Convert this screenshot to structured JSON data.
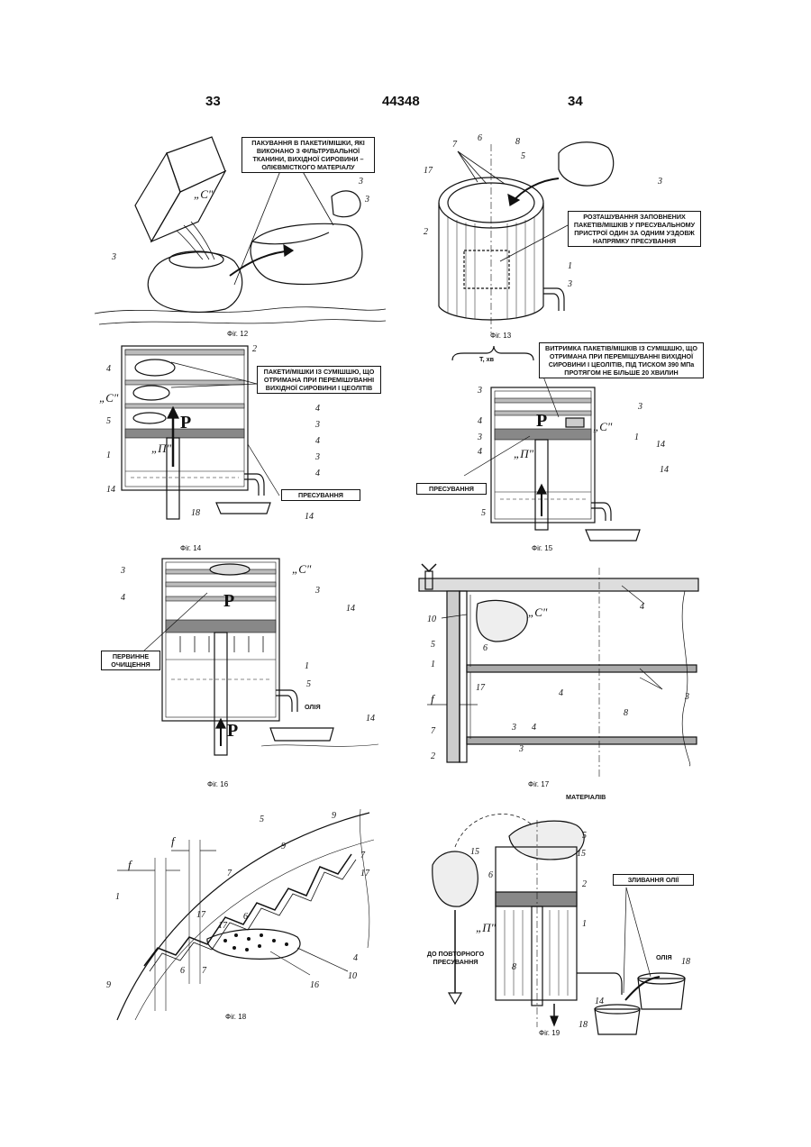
{
  "header": {
    "left_page": "33",
    "patent_number": "44348",
    "right_page": "34"
  },
  "figures": {
    "f12": {
      "caption": "Фіг. 12",
      "note": "ПАКУВАННЯ В ПАКЕТИ/МІШКИ, ЯКІ ВИКОНАНО З ФІЛЬТРУВАЛЬНОЇ ТКАНИНИ, ВИХІДНОЇ СИРОВИНИ – ОЛІЄВМІСТКОГО МАТЕРІАЛУ",
      "c_label": "„С\"",
      "nums": [
        "3",
        "3",
        "3"
      ]
    },
    "f13": {
      "caption": "Фіг. 13",
      "note": "РОЗТАШУВАННЯ ЗАПОВНЕНИХ ПАКЕТІВ/МІШКІВ У ПРЕСУВАЛЬНОМУ ПРИСТРОЇ ОДИН ЗА ОДНИМ УЗДОВЖ НАПРЯМКУ ПРЕСУВАННЯ",
      "nums": [
        "7",
        "6",
        "8",
        "5",
        "17",
        "2",
        "3",
        "1",
        "3"
      ]
    },
    "f14": {
      "caption": "Фіг. 14",
      "note_bags": "ПАКЕТИ/МІШКИ ІЗ СУМІШШЮ, ЩО ОТРИМАНА ПРИ ПЕРЕМІШУВАННІ ВИХІДНОЇ СИРОВИНИ І ЦЕОЛІТІВ",
      "note_press": "ПРЕСУВАННЯ",
      "c_label": "„С\"",
      "p_label": "„П\"",
      "force": "P",
      "nums": [
        "2",
        "4",
        "5",
        "1",
        "14",
        "18",
        "14",
        "4",
        "3",
        "4",
        "3",
        "4"
      ]
    },
    "f15": {
      "caption": "Фіг. 15",
      "note_hold": "ВИТРИМКА ПАКЕТІВ/МІШКІВ ІЗ СУМІШШЮ, ЩО ОТРИМАНА ПРИ ПЕРЕМІШУВАННІ ВИХІДНОЇ СИРОВИНИ І ЦЕОЛІТІВ, ПІД ТИСКОМ 390 МПа ПРОТЯГОМ НЕ БІЛЬШЕ 20 ХВИЛИН",
      "note_press": "ПРЕСУВАННЯ",
      "time": "Т, хв",
      "c_label": "„С\"",
      "p_label": "„П\"",
      "force": "P",
      "nums": [
        "3",
        "4",
        "3",
        "4",
        "3",
        "1",
        "14",
        "14",
        "5"
      ]
    },
    "f16": {
      "caption": "Фіг. 16",
      "note_clean": "ПЕРВИННЕ ОЧИЩЕННЯ",
      "oil": "ОЛІЯ",
      "c_label": "„С\"",
      "force": "P",
      "nums": [
        "3",
        "4",
        "3",
        "14",
        "1",
        "5",
        "14"
      ]
    },
    "f17": {
      "caption": "Фіг. 17",
      "f_label": "f",
      "c_label": "„С\"",
      "nums": [
        "10",
        "5",
        "1",
        "7",
        "2",
        "6",
        "17",
        "4",
        "4",
        "4",
        "3",
        "3",
        "8",
        "3"
      ]
    },
    "f18": {
      "caption": "Фіг. 18",
      "f_label": "f",
      "nums": [
        "5",
        "9",
        "9",
        "7",
        "17",
        "1",
        "17",
        "6",
        "7",
        "17",
        "9",
        "6",
        "7",
        "4",
        "10",
        "16"
      ]
    },
    "f19": {
      "caption": "Фіг. 19",
      "top": "МАТЕРІАЛІВ",
      "drain": "ЗЛИВАННЯ ОЛІЇ",
      "oil": "ОЛІЯ",
      "repress": "ДО ПОВТОРНОГО ПРЕСУВАННЯ",
      "p_label": "„П\"",
      "nums": [
        "15",
        "15",
        "5",
        "6",
        "2",
        "1",
        "8",
        "14",
        "18",
        "18"
      ]
    }
  }
}
